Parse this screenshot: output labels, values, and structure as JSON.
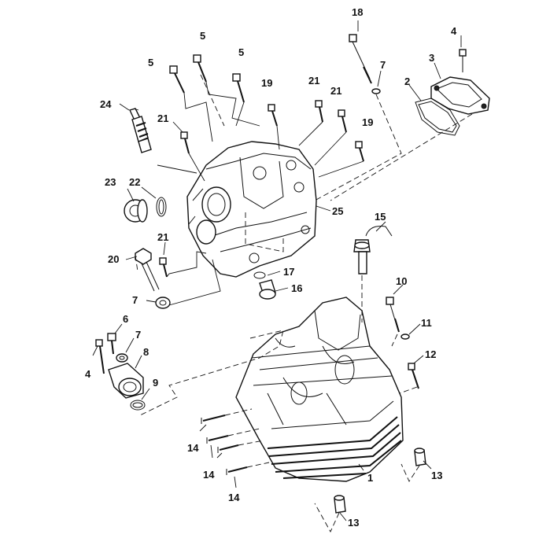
{
  "callouts": [
    {
      "id": "c18",
      "text": "18"
    },
    {
      "id": "c5a",
      "text": "5"
    },
    {
      "id": "c5b",
      "text": "5"
    },
    {
      "id": "c5c",
      "text": "5"
    },
    {
      "id": "c4a",
      "text": "4"
    },
    {
      "id": "c3",
      "text": "3"
    },
    {
      "id": "c7a",
      "text": "7"
    },
    {
      "id": "c2",
      "text": "2"
    },
    {
      "id": "c19a",
      "text": "19"
    },
    {
      "id": "c21a",
      "text": "21"
    },
    {
      "id": "c21b",
      "text": "21"
    },
    {
      "id": "c24",
      "text": "24"
    },
    {
      "id": "c21c",
      "text": "21"
    },
    {
      "id": "c19b",
      "text": "19"
    },
    {
      "id": "c23",
      "text": "23"
    },
    {
      "id": "c22",
      "text": "22"
    },
    {
      "id": "c25",
      "text": "25"
    },
    {
      "id": "c15",
      "text": "15"
    },
    {
      "id": "c21d",
      "text": "21"
    },
    {
      "id": "c20",
      "text": "20"
    },
    {
      "id": "c17",
      "text": "17"
    },
    {
      "id": "c16",
      "text": "16"
    },
    {
      "id": "c10",
      "text": "10"
    },
    {
      "id": "c7b",
      "text": "7"
    },
    {
      "id": "c6",
      "text": "6"
    },
    {
      "id": "c7c",
      "text": "7"
    },
    {
      "id": "c11",
      "text": "11"
    },
    {
      "id": "c8",
      "text": "8"
    },
    {
      "id": "c4b",
      "text": "4"
    },
    {
      "id": "c12",
      "text": "12"
    },
    {
      "id": "c9",
      "text": "9"
    },
    {
      "id": "c14a",
      "text": "14"
    },
    {
      "id": "c14b",
      "text": "14"
    },
    {
      "id": "c13a",
      "text": "13"
    },
    {
      "id": "c1",
      "text": "1"
    },
    {
      "id": "c14c",
      "text": "14"
    },
    {
      "id": "c13b",
      "text": "13"
    }
  ]
}
